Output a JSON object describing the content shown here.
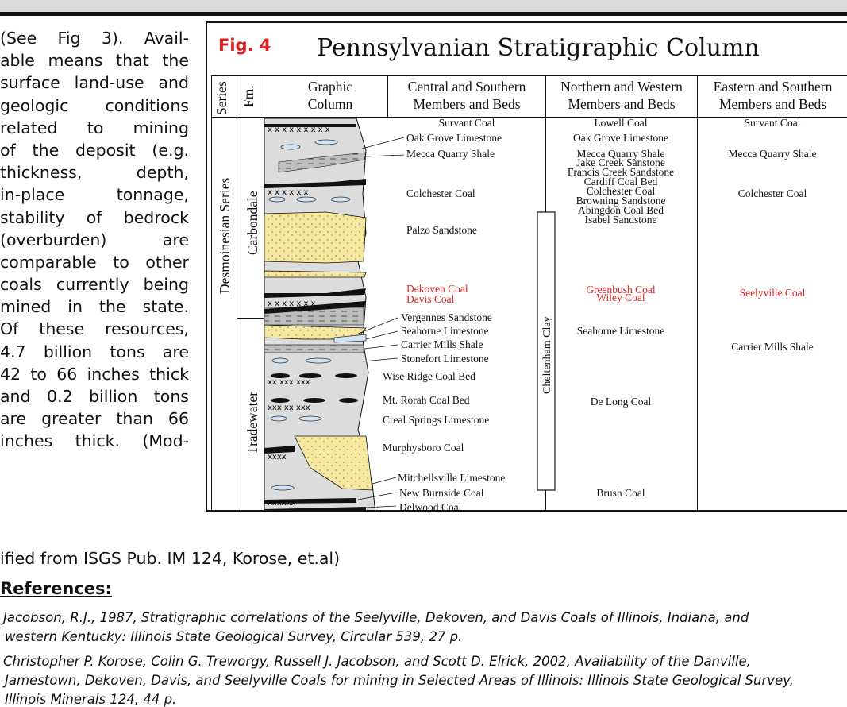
{
  "left_text": {
    "lines": [
      "(See Fig 3).   Avail-",
      "able means that the",
      "surface land-use and",
      "geologic  conditions",
      "related    to    mining",
      "of the deposit (e.g.",
      "thickness,      depth,",
      "in-place      tonnage,",
      "stability of bedrock",
      "(overburden)       are",
      "comparable to other",
      "coals currently being",
      "mined  in  the  state.",
      "Of   these   resources,",
      "4.7  billion  tons  are",
      "42 to 66 inches thick",
      "and  0.2  billion  tons",
      "are greater than  66",
      "inches  thick.  (Mod-"
    ],
    "continuation": "ified from ISGS Pub. IM 124, Korose, et.al)"
  },
  "references": {
    "heading": "References:",
    "items": [
      "Jacobson, R.J., 1987, Stratigraphic correlations of the Seelyville, Dekoven, and Davis Coals of Illinois, Indiana, and",
      "western Kentucky: Illinois State Geological Survey, Circular 539, 27 p.",
      "Christopher P. Korose, Colin G. Treworgy, Russell J. Jacobson, and Scott D. Elrick, 2002, Availability of the Danville,",
      "Jamestown, Dekoven, Davis, and Seelyville Coals for mining in Selected Areas of Illinois: Illinois State Geological Survey,",
      "Illinois Minerals 124, 44 p."
    ]
  },
  "figure": {
    "label": "Fig. 4",
    "title": "Pennsylvanian Stratigraphic Column",
    "headers": {
      "series": "Series",
      "fm": "Fm.",
      "graphic": "Graphic Column",
      "central": "Central and Southern Members and Beds",
      "northern": "Northern and Western Members and Beds",
      "eastern": "Eastern and Southern Members and Beds"
    },
    "series_name": "Desmoinesian Series",
    "formations": {
      "upper": "Carbondale",
      "lower": "Tradewater"
    },
    "clay": "Cheltenham Clay",
    "central_units": [
      "Survant Coal",
      "Oak Grove Limestone",
      "Mecca Quarry Shale",
      "Colchester Coal",
      "Palzo Sandstone",
      "Dekoven Coal",
      "Davis Coal",
      "Vergennes Sandstone",
      "Seahorne Limestone",
      "Carrier Mills Shale",
      "Stonefort Limestone",
      "Wise Ridge Coal Bed",
      "Mt. Rorah Coal Bed",
      "Creal Springs Limestone",
      "Murphysboro Coal",
      "Mitchellsville Limestone",
      "New Burnside Coal",
      "Delwood Coal"
    ],
    "northern_units": [
      "Lowell Coal",
      "Oak Grove Limestone",
      "Mecca Quarry Shale",
      "Jake Creek Sanstone",
      "Francis Creek Sandstone",
      "Cardiff Coal Bed",
      "Colchester Coal",
      "Browning Sandstone",
      "Abingdon Coal Bed",
      "Isabel Sandstone",
      "Greenbush Coal",
      "Wiley Coal",
      "Seahorne Limestone",
      "De Long Coal",
      "Brush Coal"
    ],
    "eastern_units": [
      "Survant Coal",
      "Mecca Quarry Shale",
      "Colchester Coal",
      "Seelyville Coal",
      "Carrier Mills Shale"
    ],
    "colors": {
      "highlight": "#e02020",
      "sand": "#f5e6a0",
      "limestone": "#cfe3f5",
      "coal": "#111111",
      "shale": "#b0b0b0"
    }
  }
}
